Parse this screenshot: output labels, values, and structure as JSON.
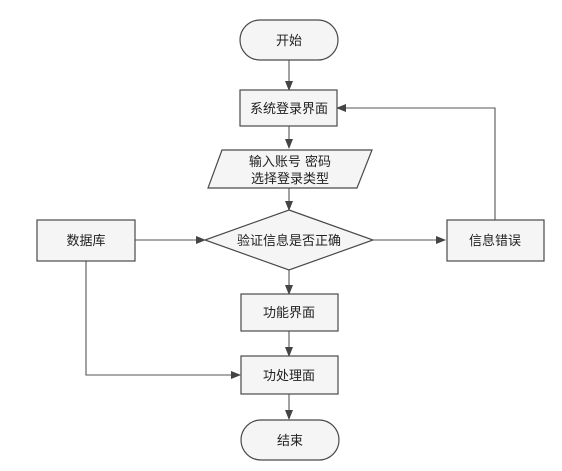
{
  "nodes": {
    "start": "开始",
    "login_ui": "系统登录界面",
    "input_line1": "输入账号 密码",
    "input_line2": "选择登录类型",
    "verify": "验证信息是否正确",
    "database": "数据库",
    "error": "信息错误",
    "function_ui": "功能界面",
    "process": "功处理面",
    "end": "结束"
  }
}
